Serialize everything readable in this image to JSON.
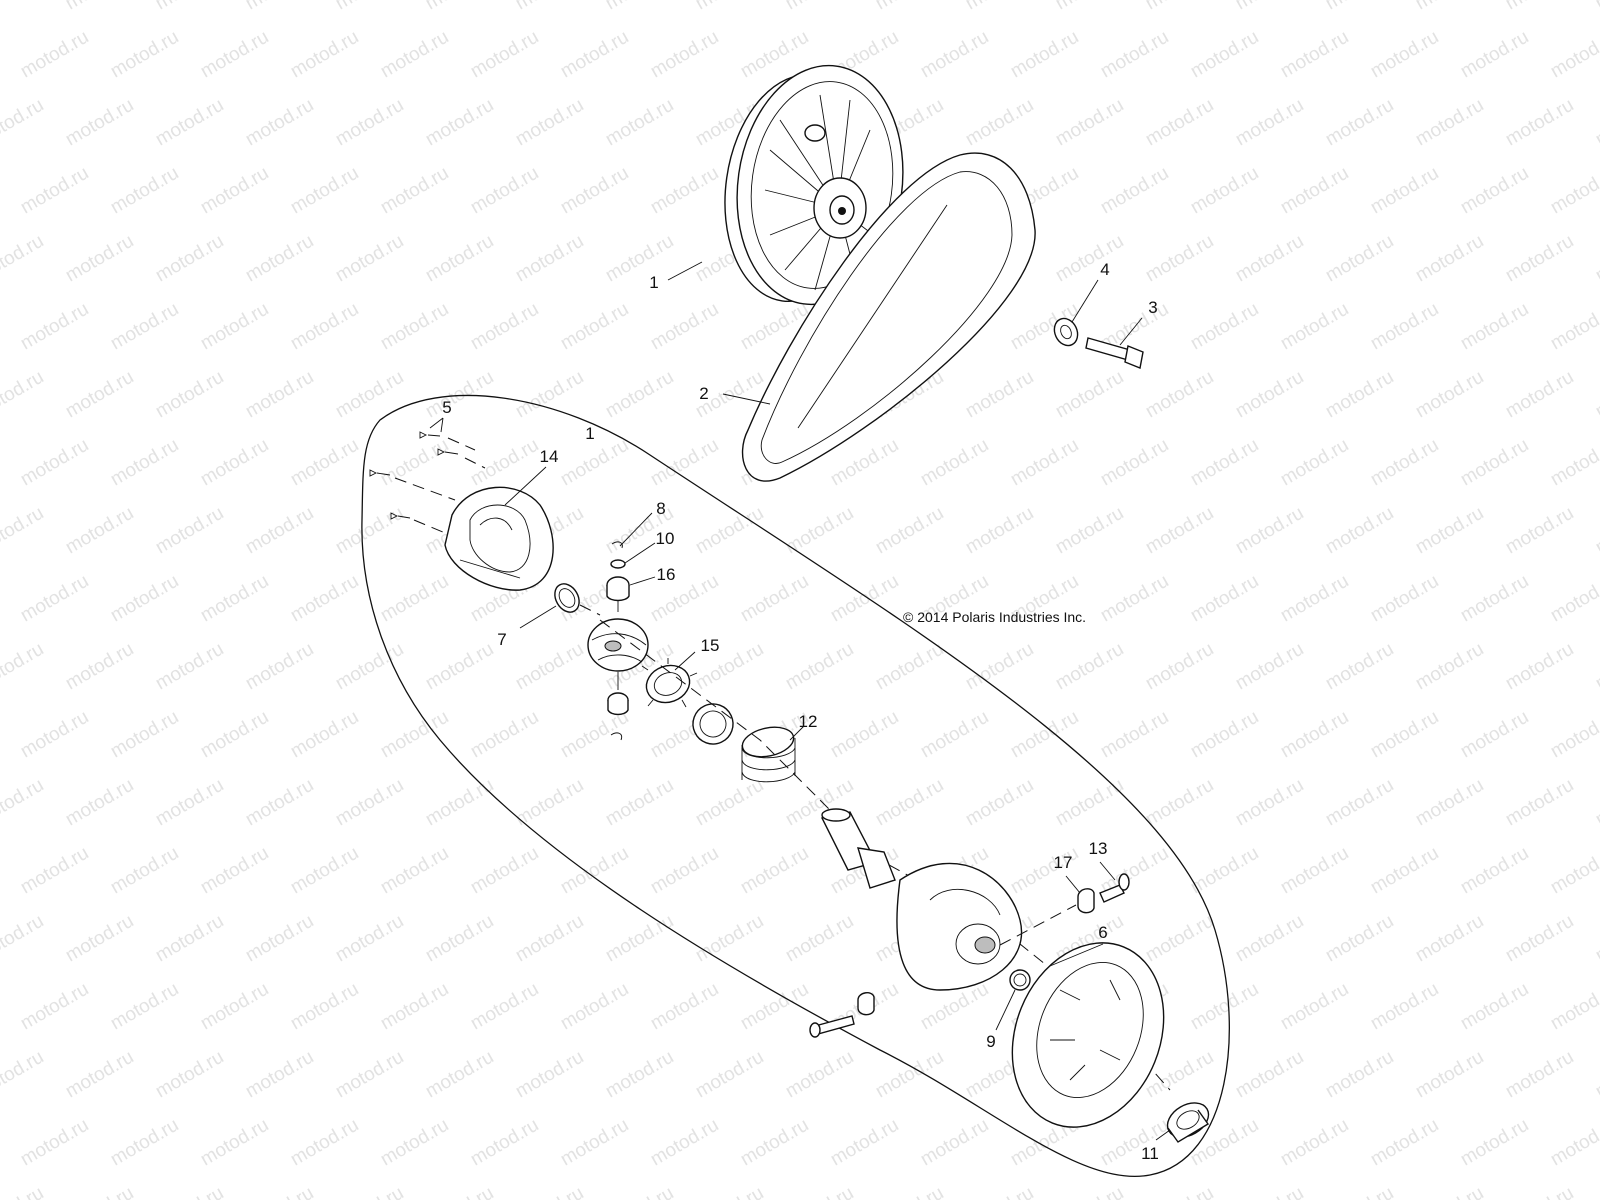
{
  "watermark": {
    "text": "motod.ru"
  },
  "copyright": "© 2014 Polaris Industries Inc.",
  "callouts": [
    {
      "id": "c1a",
      "text": "1"
    },
    {
      "id": "c1b",
      "text": "1"
    },
    {
      "id": "c2",
      "text": "2"
    },
    {
      "id": "c3",
      "text": "3"
    },
    {
      "id": "c4",
      "text": "4"
    },
    {
      "id": "c5",
      "text": "5"
    },
    {
      "id": "c6",
      "text": "6"
    },
    {
      "id": "c7",
      "text": "7"
    },
    {
      "id": "c8",
      "text": "8"
    },
    {
      "id": "c9",
      "text": "9"
    },
    {
      "id": "c10",
      "text": "10"
    },
    {
      "id": "c11",
      "text": "11"
    },
    {
      "id": "c12",
      "text": "12"
    },
    {
      "id": "c13",
      "text": "13"
    },
    {
      "id": "c14",
      "text": "14"
    },
    {
      "id": "c15",
      "text": "15"
    },
    {
      "id": "c16",
      "text": "16"
    },
    {
      "id": "c17",
      "text": "17"
    }
  ]
}
